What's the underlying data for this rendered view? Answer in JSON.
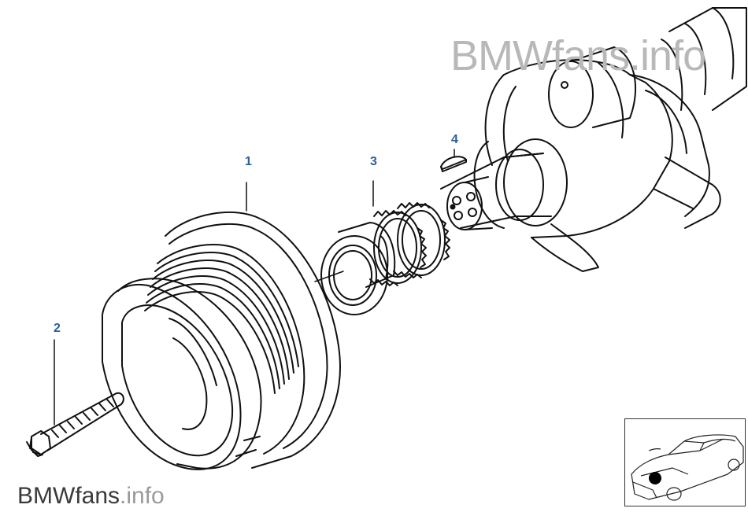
{
  "diagram": {
    "callouts": {
      "part_1": "1",
      "part_2": "2",
      "part_3": "3",
      "part_4": "4"
    },
    "watermark": {
      "top_brand": "BMWfans",
      "top_tld": ".info",
      "bottom_brand": "BMWfans",
      "bottom_tld": ".info"
    }
  },
  "colors": {
    "callout": "#2c5f96",
    "line": "#111111",
    "watermark_light": "#b8b8b8"
  },
  "icons": {
    "inset": "car-locator-icon"
  }
}
